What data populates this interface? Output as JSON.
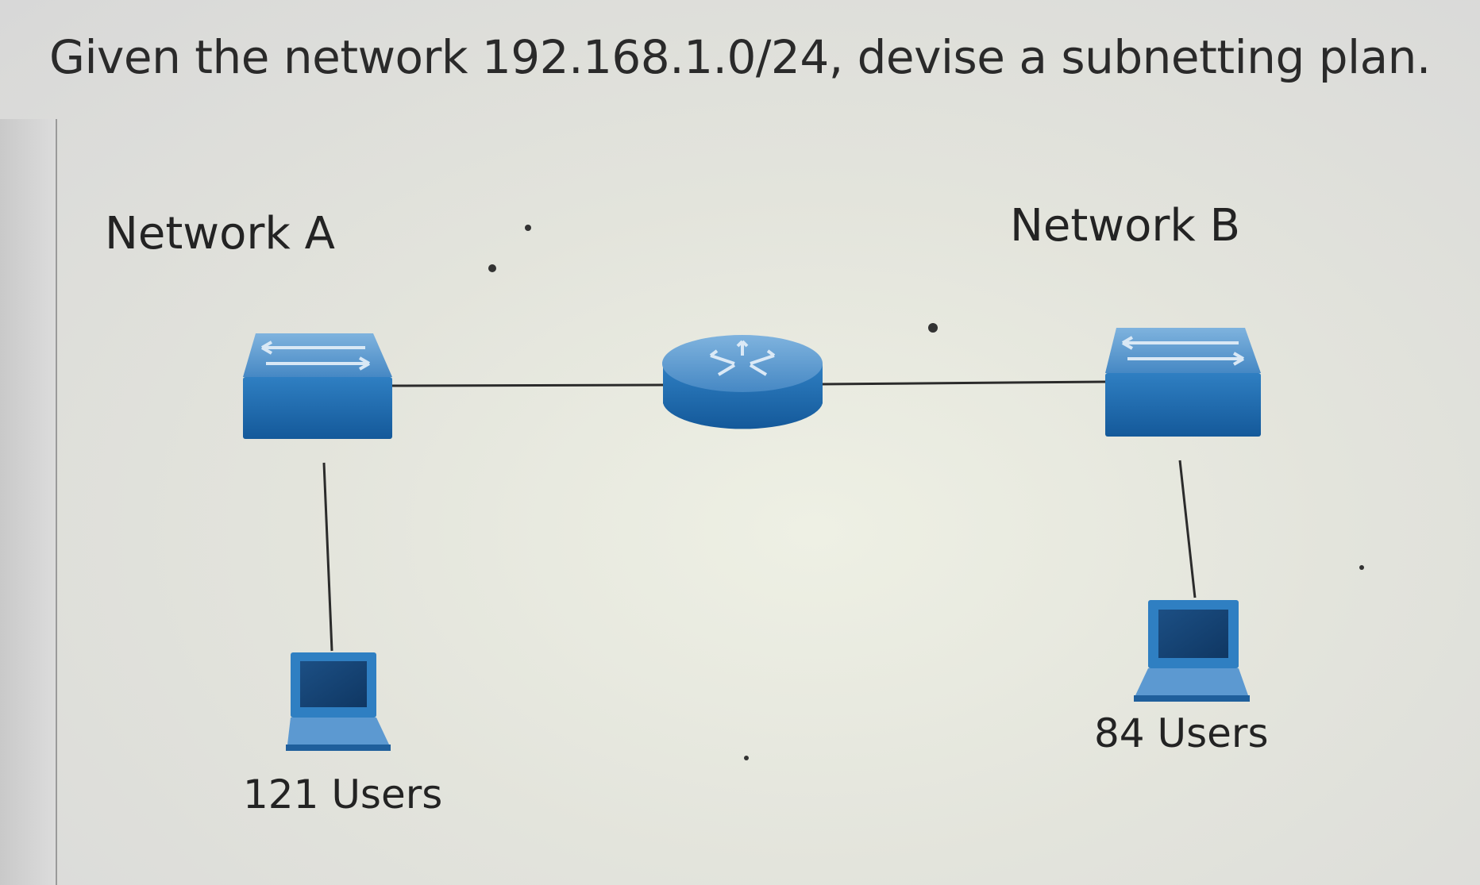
{
  "question": "Given the network 192.168.1.0/24, devise a subnetting plan.",
  "network_a": {
    "label": "Network A",
    "users": "121 Users"
  },
  "network_b": {
    "label": "Network B",
    "users": "84 Users"
  },
  "colors": {
    "device_blue": "#1f6fb3",
    "device_top": "#4f93cf",
    "link": "#2b2b2b"
  },
  "icons": [
    "switch-icon",
    "router-icon",
    "laptop-icon"
  ]
}
